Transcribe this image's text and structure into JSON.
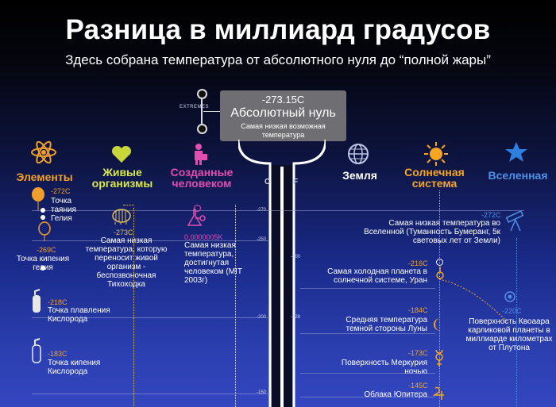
{
  "header": {
    "title": "Разница в миллиард градусов",
    "subtitle": "Здесь собрана температура от абсолютного нуля до “полной жары”"
  },
  "extremes_label": "EXTREMES",
  "absolute_zero": {
    "temp": "-273.15C",
    "name": "Абсолютный нуль",
    "desc": "Самая низкая возможная температура"
  },
  "categories": {
    "elements": "Элементы",
    "living": "Живые организмы",
    "human": "Созданные человеком",
    "earth": "Земля",
    "solar": "Солнечная система",
    "universe": "Вселенная"
  },
  "axis": {
    "c_label": "C",
    "f_label": "F",
    "celsius_ticks": [
      "-270",
      "-250",
      "-200",
      "-150"
    ],
    "fahrenheit_ticks": [
      "-400",
      "-328"
    ]
  },
  "entries": {
    "helium_melt": {
      "temp": "-272C",
      "text": "Точка таяния Гелия"
    },
    "helium_boil": {
      "temp": "-269C",
      "text": "Точка кипения гелия"
    },
    "oxygen_melt": {
      "temp": "-218C",
      "text": "Точка плавления Кислорода"
    },
    "oxygen_boil": {
      "temp": "-183C",
      "text": "Точка кипения Кислорода"
    },
    "tardigrade": {
      "temp": "-273C",
      "text": "Самая низкая температура, которую переносит живой организм - беспозвоночная Тихоходка"
    },
    "mit": {
      "temp": "0,0000005K",
      "text": "Самая низкая температура, достигнутая человеком (MIT 2003г)"
    },
    "boomerang": {
      "temp": "-272C",
      "text": "Самая низкая температура во Вселенной (Туманность Бумеранг, 5к световых лет от Земли)"
    },
    "uranus": {
      "temp": "-216C",
      "text": "Самая холодная планета в солнечной системе, Уран"
    },
    "quaoar": {
      "temp": "-220C",
      "text": "Поверхность Квоаара карликовой планеты в миллиарде километрах от Плутона"
    },
    "moon": {
      "temp": "-184C",
      "text": "Средняя температура темной стороны Луны"
    },
    "mercury": {
      "temp": "-173C",
      "text": "Поверхность Меркурия ночью"
    },
    "jupiter": {
      "temp": "-145C",
      "text": "Облака Юпитера"
    }
  },
  "colors": {
    "elements": "#f0a02a",
    "living": "#d8e84a",
    "human": "#e04fb0",
    "solar": "#f5a623",
    "universe": "#4f8fe6"
  },
  "icons": [
    "atom-icon",
    "heart-icon",
    "person-icon",
    "globe-icon",
    "sun-icon",
    "star-icon"
  ]
}
